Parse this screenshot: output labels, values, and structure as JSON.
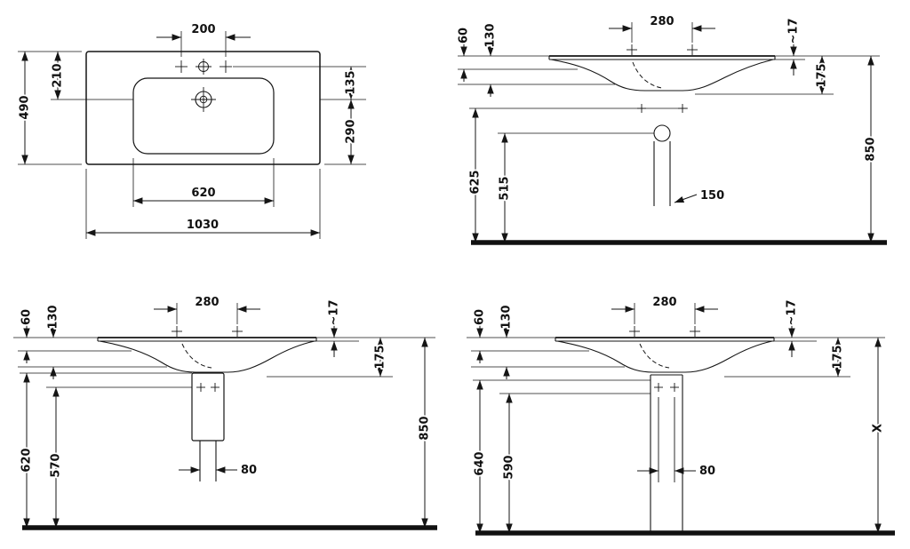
{
  "drawing": {
    "plan": {
      "tap_spacing": "200",
      "depth": "490",
      "back_to_drain": "210",
      "tap_axis_to_drain": "135",
      "drain_to_front": "290",
      "bowl_width": "620",
      "overall_width": "1030"
    },
    "front_wall_outlet": {
      "rim_to_bracket": "60",
      "rim_to_skirt": "130",
      "tap_spacing": "280",
      "rim_thickness": "~17",
      "rim_to_bowl_bottom": "175",
      "floor_to_fixing_holes": "625",
      "floor_to_outlet": "515",
      "outlet_projection": "150",
      "rim_height": "850"
    },
    "front_wall_trap": {
      "rim_to_bracket": "60",
      "rim_to_skirt": "130",
      "tap_spacing": "280",
      "rim_thickness": "~17",
      "rim_to_bowl_bottom": "175",
      "floor_to_trap": "620",
      "floor_to_pipe": "570",
      "pipe_width": "80",
      "rim_height": "850"
    },
    "front_floor_trap": {
      "rim_to_bracket": "60",
      "rim_to_skirt": "130",
      "tap_spacing": "280",
      "rim_thickness": "~17",
      "rim_to_bowl_bottom": "175",
      "floor_to_trap": "640",
      "floor_to_pipe": "590",
      "pipe_width": "80",
      "rim_height": "X"
    }
  }
}
